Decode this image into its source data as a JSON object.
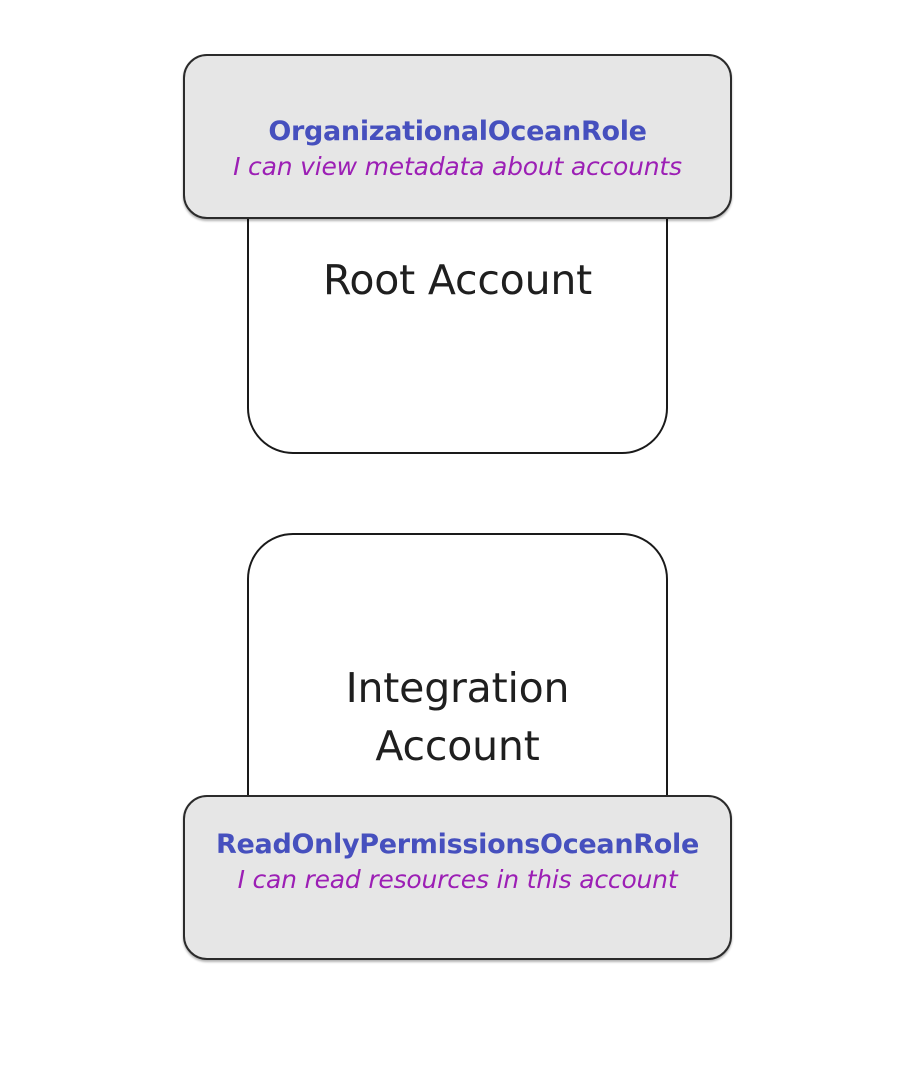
{
  "diagram": {
    "background_color": "#ffffff",
    "accounts": [
      {
        "id": "root-account",
        "label": "Root Account",
        "fill_color": "#ffffff",
        "border_color": "#1a1a1a"
      },
      {
        "id": "integration-account",
        "label": "Integration\nAccount",
        "fill_color": "#ffffff",
        "border_color": "#1a1a1a"
      }
    ],
    "roles": [
      {
        "id": "org-role",
        "title": "OrganizationalOceanRole",
        "description": "I can view metadata about accounts",
        "fill_color": "#e6e6e6",
        "title_color": "#4650be",
        "description_color": "#9c1fb5",
        "attached_to": "Root Account",
        "position": "top"
      },
      {
        "id": "readonly-role",
        "title": "ReadOnlyPermissionsOceanRole",
        "description": "I can read resources in this account",
        "fill_color": "#e6e6e6",
        "title_color": "#4650be",
        "description_color": "#9c1fb5",
        "attached_to": "Integration Account",
        "position": "bottom"
      }
    ]
  }
}
